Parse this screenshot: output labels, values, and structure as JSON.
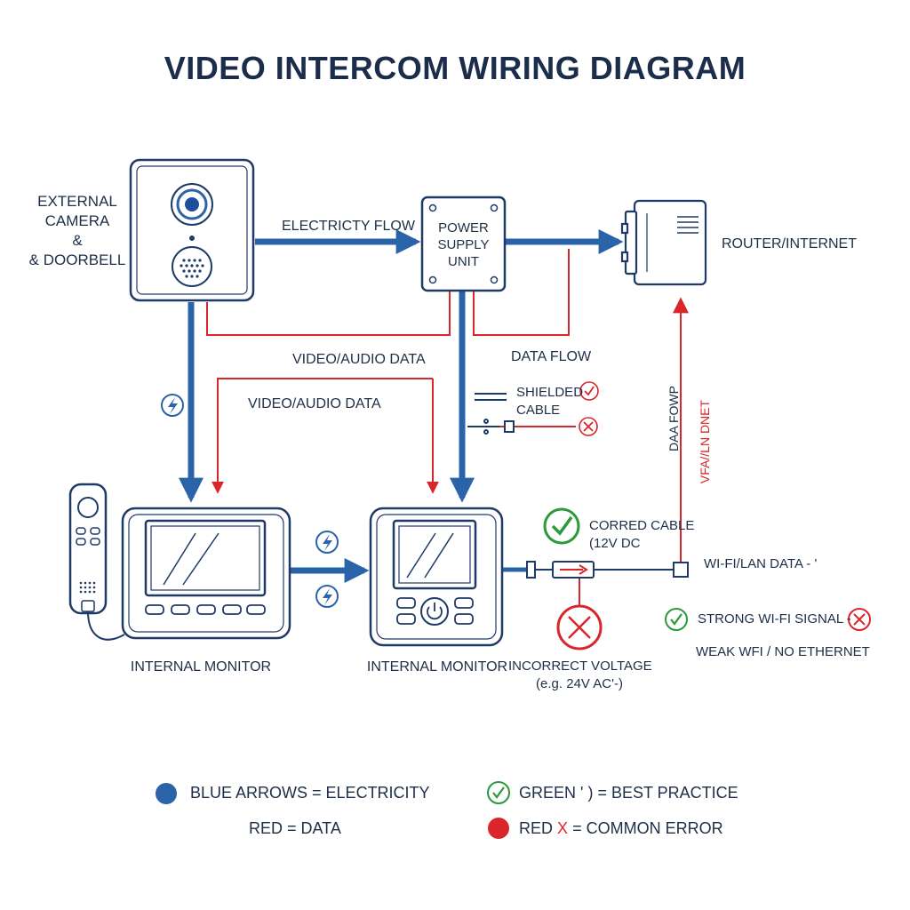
{
  "diagram": {
    "title": "VIDEO INTERCOM WIRING DIAGRAM",
    "labels": {
      "external_camera": [
        "EXTERNAL",
        "CAMERA",
        "&",
        "& DOORBELL"
      ],
      "electricity_flow": "ELECTRICTY FLOW",
      "power_supply": [
        "POWER",
        "SUPPLY",
        "UNIT"
      ],
      "router": "ROUTER/INTERNET",
      "video_audio_1": "VIDEO/AUDIO DATA",
      "video_audio_2": "VIDEO/AUDIO DATA",
      "data_flow": "DATA FLOW",
      "shielded_cable": [
        "SHIELDED",
        "CABLE"
      ],
      "vertical_1": "DAA FOWP",
      "vertical_2": "VFA//LN DNET",
      "correct_cable": [
        "CORRED CABLE",
        "(12V DC"
      ],
      "wifi_lan": "WI-FI/LAN DATA - '",
      "strong_wifi": "STRONG WI-FI SIGNAL -",
      "weak_wifi": "WEAK WFI / NO ETHERNET",
      "incorrect_voltage": [
        "INCORRECT VOLTAGE",
        "(e.g. 24V AC'-)"
      ],
      "monitor_1": "INTERNAL MONITOR",
      "monitor_2": "INTERNAL MONITOR"
    },
    "legend": {
      "blue_arrows": "BLUE ARROWS = ELECTRICITY",
      "red_data": "RED = DATA",
      "green_prefix": "GREEN ' )",
      "green_suffix": "= BEST PRACTICE",
      "red_prefix": "RED",
      "red_x": "X",
      "red_suffix": "= COMMON ERROR"
    },
    "colors": {
      "blue": "#2b63a8",
      "red": "#d8262b",
      "green": "#2a9a3a",
      "outline": "#1f3a66",
      "text": "#1d2f47"
    },
    "icons": [
      "camera-icon",
      "speaker-grille-icon",
      "lightning-icon",
      "check-icon",
      "x-icon",
      "power-button-icon",
      "router-icon",
      "handset-icon"
    ]
  }
}
